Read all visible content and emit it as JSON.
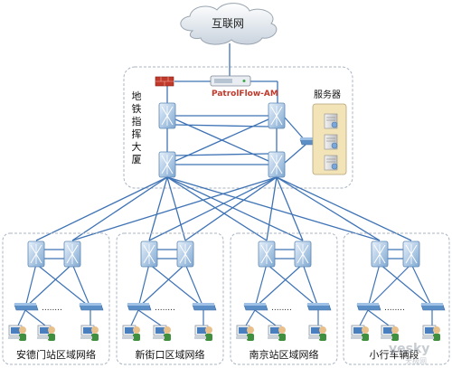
{
  "cloud": {
    "label": "互联网"
  },
  "hq": {
    "label_chars": [
      "地",
      "铁",
      "指",
      "挥",
      "大",
      "厦"
    ],
    "device_label": "PatrolFlow-AM",
    "server_group_label": "服务器"
  },
  "regions": [
    {
      "label": "安德门站区域网络"
    },
    {
      "label": "新街口区域网络"
    },
    {
      "label": "南京站区域网络"
    },
    {
      "label": "小行车辆段"
    }
  ],
  "ellipsis": "........",
  "watermark": {
    "brand": "yesky",
    "sub": "天极网"
  },
  "colors": {
    "link": "#3e73b5",
    "device_label": "#c0392b",
    "switch_light": "#d6e6f5",
    "switch_dark": "#7aa3cc",
    "box_border": "#a9b4c2"
  }
}
